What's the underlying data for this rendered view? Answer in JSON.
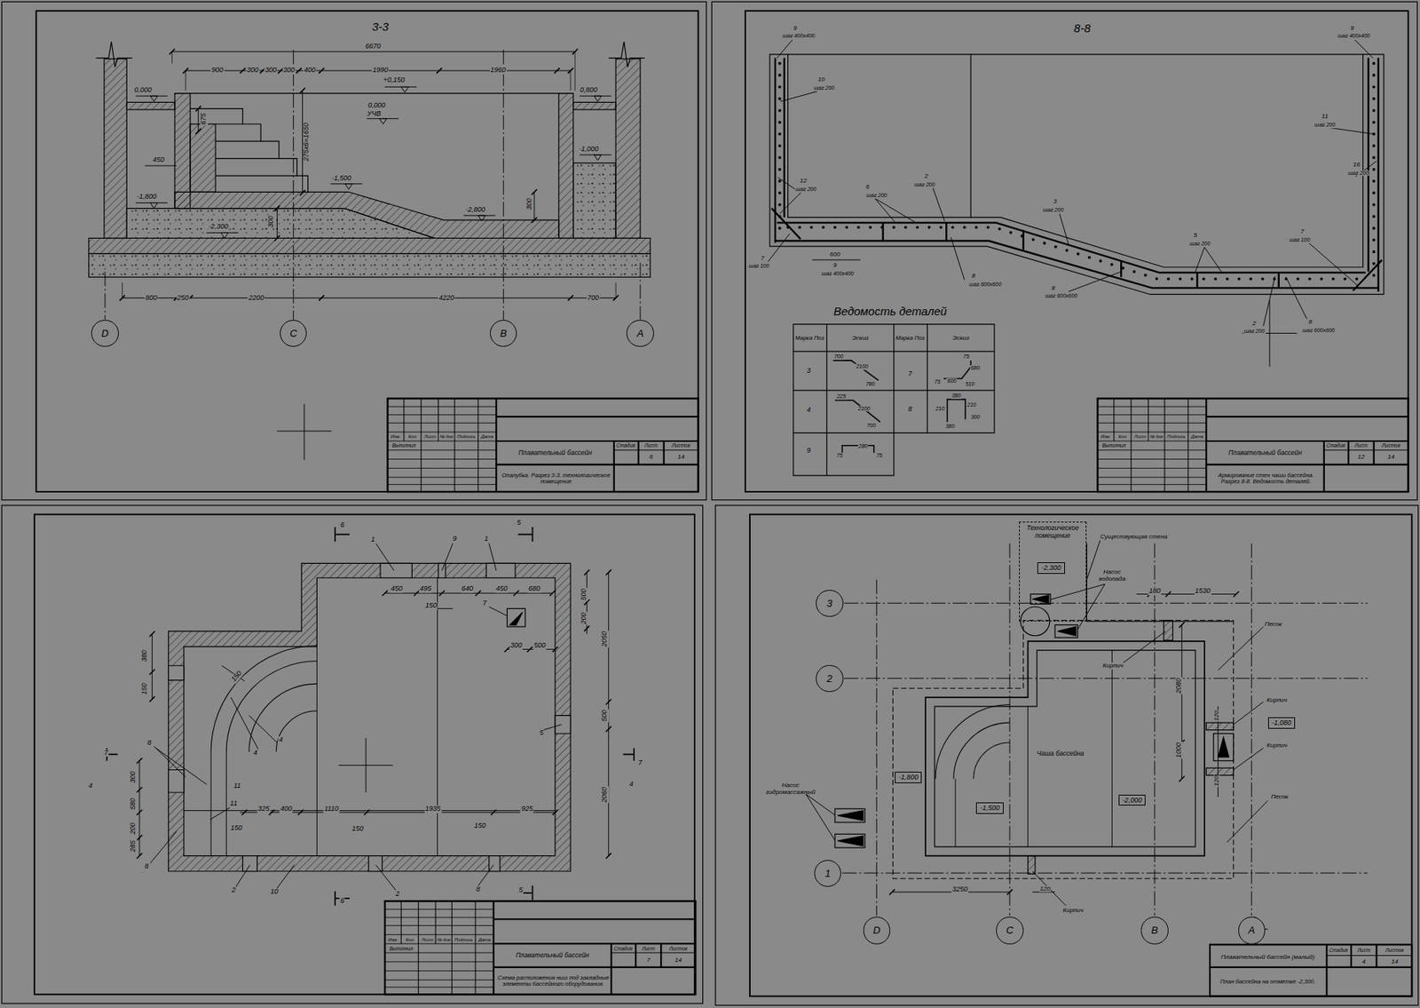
{
  "diagram": {
    "nodes": [
      {
        "text": [
          "D"
        ]
      },
      {
        "text": [
          "C"
        ]
      },
      {
        "text": [
          "B"
        ]
      },
      {
        "text": [
          "A"
        ]
      },
      {
        "text": [
          "Технологическое помещение"
        ]
      },
      {
        "text": [
          "-2,300"
        ],
        "in": 4
      },
      {
        "text": [
          "3"
        ]
      },
      {
        "text": [
          "2"
        ]
      },
      {
        "text": [
          "1"
        ]
      },
      {
        "text": [
          "D"
        ]
      },
      {
        "text": [
          "C"
        ]
      },
      {
        "text": [
          "B"
        ]
      },
      {
        "text": [
          "A"
        ]
      },
      {
        "text": [
          "-1,080"
        ]
      },
      {
        "text": [
          "-1,800"
        ]
      },
      {
        "text": [
          "-1,500"
        ]
      },
      {
        "text": [
          "-2,000"
        ]
      }
    ],
    "labels": [
      "3-3",
      "6670",
      "900",
      "300",
      "300",
      "300",
      "400",
      "1990",
      "1960",
      "+0,150",
      "0,000",
      "0,000",
      "УЧВ",
      "0,800",
      "675",
      "275х6=1650",
      "450",
      "-1,000",
      "-1,500",
      "-1,800",
      "-2,800",
      "300",
      "300",
      "-2,300",
      "800",
      "250",
      "2200",
      "4220",
      "700",
      "Изм.",
      "Кол.",
      "Лист",
      "№ док",
      "Подпись",
      "Дата",
      "Выполнил",
      "Плавательный бассейн",
      "Стадия",
      "Лист",
      "Листов",
      "6",
      "14",
      "Опалубка. Разрез 3-3. технологическое помещение",
      "8-8",
      "9",
      "шаг 400х400",
      "9",
      "шаг 400х400",
      "10",
      "шаг 200",
      "11",
      "шаг 200",
      "16",
      "шаг 200",
      "12",
      "шаг 200",
      "6",
      "шаг 200",
      "2",
      "шаг 200",
      "3",
      "шаг 200",
      "5",
      "шаг 200",
      "7",
      "шаг 100",
      "7",
      "шаг 100",
      "600",
      "9",
      "шаг 400х400",
      "8",
      "шаг 600х600",
      "8",
      "шаг 600х600",
      "2",
      "шаг 200",
      "8",
      "шаг 600х600",
      "Ведомость деталей",
      "Марка Поз",
      "Эскиз",
      "Марка Поз",
      "Эскиз",
      "3",
      "700",
      "2100",
      "780",
      "7",
      "75",
      "680",
      "75",
      "600",
      "510",
      "4",
      "225",
      "2100",
      "700",
      "8",
      "380",
      "210",
      "210",
      "300",
      "380",
      "9",
      "75",
      "280",
      "75",
      "Изм.",
      "Кол.",
      "Лист",
      "№ док",
      "Подпись",
      "Дата",
      "Выполнил",
      "Плавательный бассейн",
      "Стадия",
      "Лист",
      "Листов",
      "12",
      "14",
      "Армирование стен чаши бассейна. Разрез 8-8. Ведомость деталей.",
      "6",
      "5",
      "1",
      "9",
      "1",
      "450",
      "495",
      "640",
      "450",
      "680",
      "150",
      "7",
      "500",
      "200",
      "300",
      "500",
      "2050",
      "500",
      "2060",
      "380",
      "150",
      "150",
      "4",
      "4",
      "5",
      "7",
      "4",
      "7",
      "4",
      "8",
      "300",
      "11",
      "580",
      "11",
      "200",
      "285",
      "8",
      "325",
      "400",
      "1110",
      "1935",
      "925",
      "150",
      "150",
      "150",
      "2",
      "10",
      "2",
      "8",
      "5",
      "6",
      "Изм.",
      "Кол.",
      "Лист",
      "№ док",
      "Подпись",
      "Дата",
      "Выполнил",
      "Плавательный бассейн",
      "Стадия",
      "Лист",
      "Листов",
      "7",
      "14",
      "Схема расположения ниш под закладные элементы бассейного оборудования.",
      "Существующая стена",
      "Насос водопада",
      "180",
      "1530",
      "Песок",
      "Кирпич",
      "2080",
      "1000",
      "Кирпич",
      "120",
      "Кирпич",
      "120",
      "Песок",
      "Чаша бассейна",
      "Насос гидромассажный",
      "3250",
      "120",
      "Кирпич",
      "Плавательный бассейн (малый)",
      "Стадия",
      "Лист",
      "Листов",
      "4",
      "14",
      "План бассейна на отметке -2,300."
    ]
  }
}
